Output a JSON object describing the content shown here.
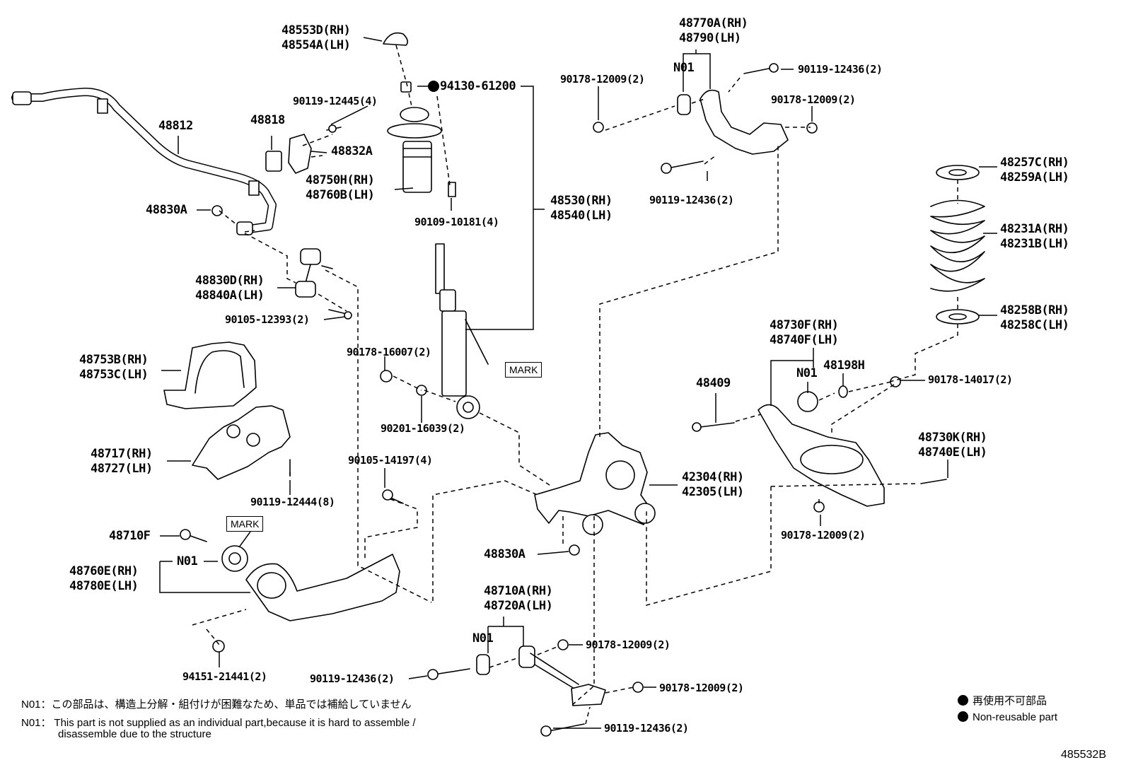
{
  "diagram": {
    "labels": {
      "p48553D": "48553D(RH)",
      "p48554A": "48554A(LH)",
      "p94130": "94130-61200",
      "p90119_12445": "90119-12445(4)",
      "p48818": "48818",
      "p48832A": "48832A",
      "p48812": "48812",
      "p48750H": "48750H(RH)",
      "p48760B": "48760B(LH)",
      "p90109": "90109-10181(4)",
      "p48530": "48530(RH)",
      "p48540": "48540(LH)",
      "p48830A_top": "48830A",
      "p48830D": "48830D(RH)",
      "p48840A": "48840A(LH)",
      "p90105_12393": "90105-12393(2)",
      "p90178_16007": "90178-16007(2)",
      "p48753B": "48753B(RH)",
      "p48753C": "48753C(LH)",
      "p90201": "90201-16039(2)",
      "p48717": "48717(RH)",
      "p48727": "48727(LH)",
      "p90105_14197": "90105-14197(4)",
      "p90119_12444": "90119-12444(8)",
      "p48710F": "48710F",
      "p48760E": "48760E(RH)",
      "p48780E": "48780E(LH)",
      "p94151": "94151-21441(2)",
      "p48770A": "48770A(RH)",
      "p48790": "48790(LH)",
      "p90178_12009_a": "90178-12009(2)",
      "p90119_12436_a": "90119-12436(2)",
      "p90178_12009_b": "90178-12009(2)",
      "p90119_12436_b": "90119-12436(2)",
      "p48257C": "48257C(RH)",
      "p48259A": "48259A(LH)",
      "p48231A": "48231A(RH)",
      "p48231B": "48231B(LH)",
      "p48258B": "48258B(RH)",
      "p48258C": "48258C(LH)",
      "p48730F": "48730F(RH)",
      "p48740F": "48740F(LH)",
      "p48198H": "48198H",
      "p48409": "48409",
      "p90178_14017": "90178-14017(2)",
      "p48730K": "48730K(RH)",
      "p48740E": "48740E(LH)",
      "p42304": "42304(RH)",
      "p42305": "42305(LH)",
      "p90178_12009_c": "90178-12009(2)",
      "p48830A_bot": "48830A",
      "p48710A": "48710A(RH)",
      "p48720A": "48720A(LH)",
      "p90178_12009_d": "90178-12009(2)",
      "p90119_12436_c": "90119-12436(2)",
      "p90178_12009_e": "90178-12009(2)",
      "p90119_12436_d": "90119-12436(2)",
      "n01_a": "N01",
      "n01_b": "N01",
      "n01_c": "N01",
      "n01_d": "N01",
      "mark_a": "MARK",
      "mark_b": "MARK"
    },
    "notes": {
      "jp": "N01：この部品は、構造上分解・組付けが困難なため、単品では補給していません",
      "en_line1": "N01： This part is not supplied as an individual part,because it is hard to assemble /",
      "en_line2": "disassemble due to the structure"
    },
    "legend": {
      "jp": "再使用不可部品",
      "en": "Non-reusable part"
    },
    "code": "485532B"
  }
}
